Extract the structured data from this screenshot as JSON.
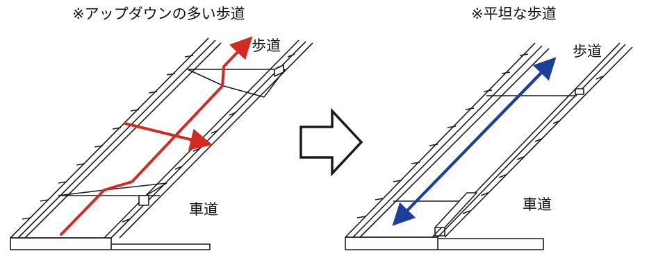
{
  "titles": {
    "left": "※アップダウンの多い歩道",
    "right": "※平坦な歩道"
  },
  "labels": {
    "sidewalk_left": "歩道",
    "sidewalk_right": "歩道",
    "roadway_left": "車道",
    "roadway_right": "車道"
  },
  "colors": {
    "red_route": "#d42a24",
    "blue_route": "#1e3f99",
    "line": "#1a1a1a"
  },
  "icons": {
    "center": "right-arrow-icon"
  }
}
